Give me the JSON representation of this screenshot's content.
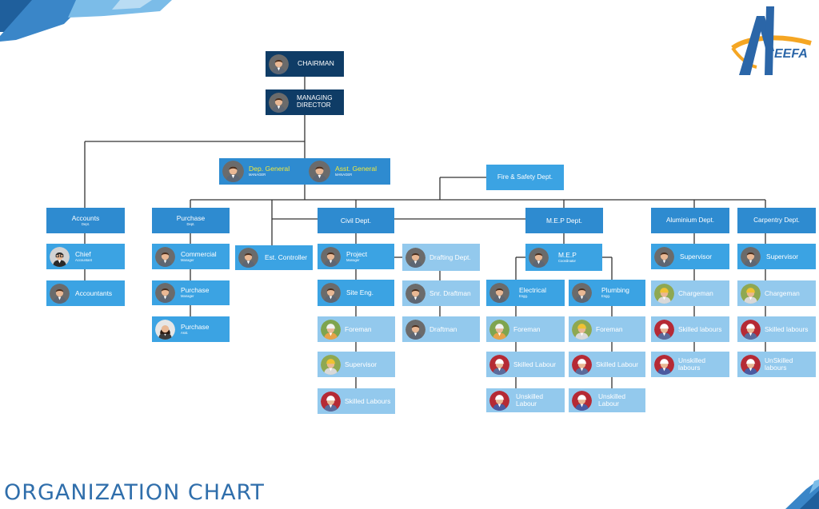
{
  "title": "ORGANIZATION CHART",
  "logo": {
    "text": "EEFA",
    "letter": "N"
  },
  "colors": {
    "dark": "#0f3c66",
    "medium": "#2e8bd0",
    "bright": "#3ba3e3",
    "light": "#93c9ed",
    "title": "#2f6eab",
    "line": "#333333",
    "accent": "#f5a623"
  },
  "top": {
    "chairman": "CHAIRMAN",
    "managing_director": [
      "MANAGING",
      "DIRECTOR"
    ],
    "dep_general": {
      "title": "Dep. General",
      "sub": "MANAGER"
    },
    "asst_general": {
      "title": "Asst. General",
      "sub": "MANAGER"
    },
    "fire_safety": "Fire & Safety Dept."
  },
  "departments": {
    "accounts": {
      "title": "Accounts",
      "sub": "Dept."
    },
    "purchase": {
      "title": "Purchase",
      "sub": "Dept."
    },
    "civil": "Civil Dept.",
    "mep": "M.E.P Dept.",
    "aluminium": "Aluminium Dept.",
    "carpentry": "Carpentry  Dept."
  },
  "nodes": {
    "chief": {
      "title": "Chief",
      "sub": "Accountant"
    },
    "accountants": "Accountants",
    "commercial": {
      "title": "Commercial",
      "sub": "Manager"
    },
    "purchase_manager": {
      "title": "Purchase",
      "sub": "Manager"
    },
    "purchase_asst": {
      "title": "Purchase",
      "sub": "Asst."
    },
    "est_controller": "Est. Controller",
    "project": {
      "title": "Project",
      "sub": "Manager"
    },
    "site_eng": "Site Eng.",
    "civil_foreman": "Foreman",
    "civil_supervisor": "Supervisor",
    "civil_skilled": "Skilled Labours",
    "drafting": "Drafting Dept.",
    "snr_draftman": "Snr. Draftman",
    "draftman": "Draftman",
    "mep_coordinator": {
      "title": "M.E.P",
      "sub": "Coordinator"
    },
    "electrical": {
      "title": "Electrical",
      "sub": "Engg."
    },
    "plumbing": {
      "title": "Plumbing",
      "sub": "Engg."
    },
    "elec_foreman": "Foreman",
    "elec_skilled": "Skilled Labour",
    "elec_unskilled": [
      "Unskilled",
      "Labour"
    ],
    "plumb_foreman": "Foreman",
    "plumb_skilled": "Skilled Labour",
    "plumb_unskilled": [
      "Unskilled",
      "Labour"
    ],
    "alu_supervisor": "Supervisor",
    "alu_chargeman": "Chargeman",
    "alu_skilled": "Skilled labours",
    "alu_unskilled": [
      "Unskilled",
      "labours"
    ],
    "carp_supervisor": "Supervisor",
    "carp_chargeman": "Chargeman",
    "carp_skilled": "Skilled labours",
    "carp_unskilled": [
      "UnSkilled",
      "labours"
    ]
  }
}
